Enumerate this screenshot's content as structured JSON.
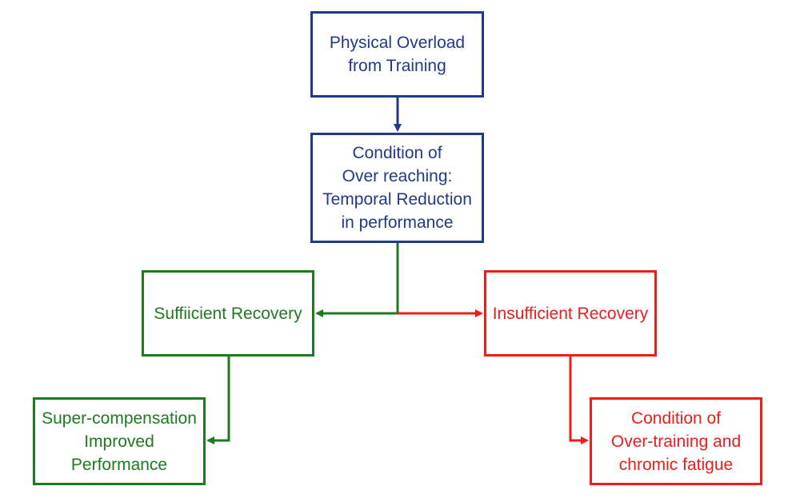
{
  "colors": {
    "primary": "#1f3a8a",
    "positive": "#1e7a1e",
    "negative": "#ee1c1c"
  },
  "nodes": {
    "overload": {
      "lines": [
        "Physical Overload",
        "from Training"
      ]
    },
    "overreaching": {
      "lines": [
        "Condition of",
        "Over reaching:",
        "Temporal Reduction",
        "in performance"
      ]
    },
    "sufficient": {
      "lines": [
        "Suffiicient Recovery"
      ]
    },
    "insufficient": {
      "lines": [
        "Insufficient Recovery"
      ]
    },
    "supercompensation": {
      "lines": [
        "Super-compensation",
        "Improved",
        "Performance"
      ]
    },
    "overtraining": {
      "lines": [
        "Condition of",
        "Over-training and",
        "chromic fatigue"
      ]
    }
  }
}
